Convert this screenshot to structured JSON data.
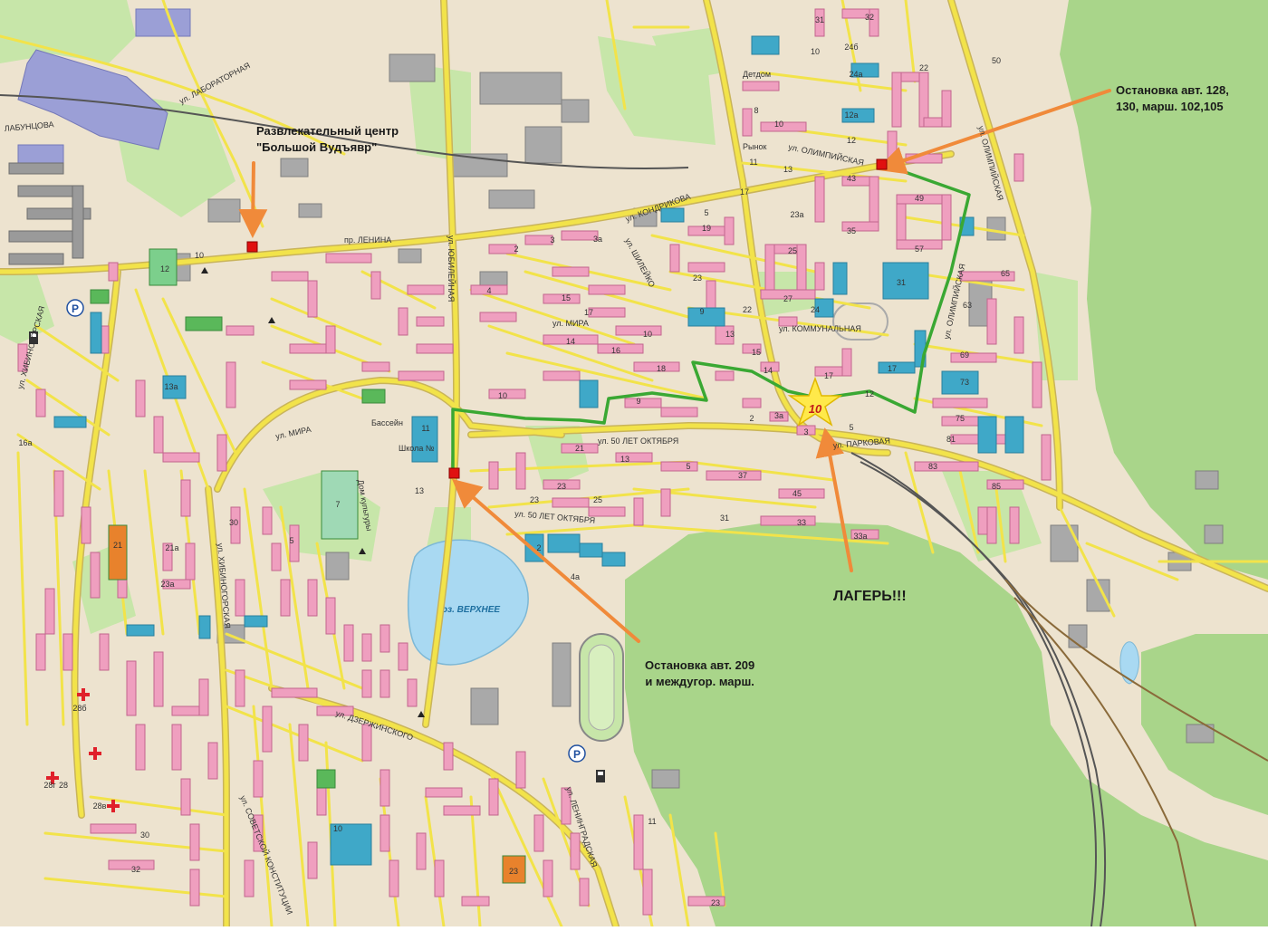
{
  "annotations": {
    "entertainment_center": [
      "Развлекательный центр",
      "\"Большой Вудъявр\""
    ],
    "bus_stop_north": [
      "Остановка авт. 128,",
      "130, марш. 102,105"
    ],
    "bus_stop_south": [
      "Остановка авт. 209",
      "и междугор. марш."
    ],
    "camp": "ЛАГЕРЬ!!!",
    "camp_building_number": "10"
  },
  "lake": {
    "name": "оз. ВЕРХНЕЕ"
  },
  "streets": [
    "ул. ЛАБОРАТОРНАЯ",
    "пр. ЛЕНИНА",
    "ул. КОНДРИКОВА",
    "ул. ОЛИМПИЙСКАЯ",
    "ул. ЮБИЛЕЙНАЯ",
    "ул. ШИЛЕЙКО",
    "ул. МИРА",
    "ул. КОММУНАЛЬНАЯ",
    "ул. 50 ЛЕТ ОКТЯБРЯ",
    "ул. ПАРКОВАЯ",
    "ул. ХИБИНОГОРСКАЯ",
    "ул. ДЗЕРЖИНСКОГО",
    "ул. СОВЕТСКОЙ КОНСТИТУЦИИ",
    "ул. ЛЕНИНГРАДСКАЯ",
    "ЛАБУНЦОВА",
    "Дом культуры",
    "Бассейн",
    "Школа №",
    "Рынок",
    "Детдом"
  ],
  "colors": {
    "background": "#ede3cf",
    "forest": "#a9d58a",
    "park": "#c7e6a9",
    "road": "#f2e34a",
    "road_outline": "#c9b45a",
    "residential": "#ef9fbf",
    "residential_outline": "#c2668e",
    "public_building": "#3fa8c8",
    "industrial": "#9b9fd6",
    "gray_building": "#a9a9a9",
    "water": "#a9d9f2",
    "route": "#3aa833",
    "arrow": "#f08a3a",
    "marker": "#e01010",
    "star": "#ffe94a"
  },
  "icons": [
    "parking-icon",
    "hospital-icon",
    "fuel-icon",
    "monument-icon",
    "camp-star-icon",
    "bus-stop-marker-icon"
  ]
}
